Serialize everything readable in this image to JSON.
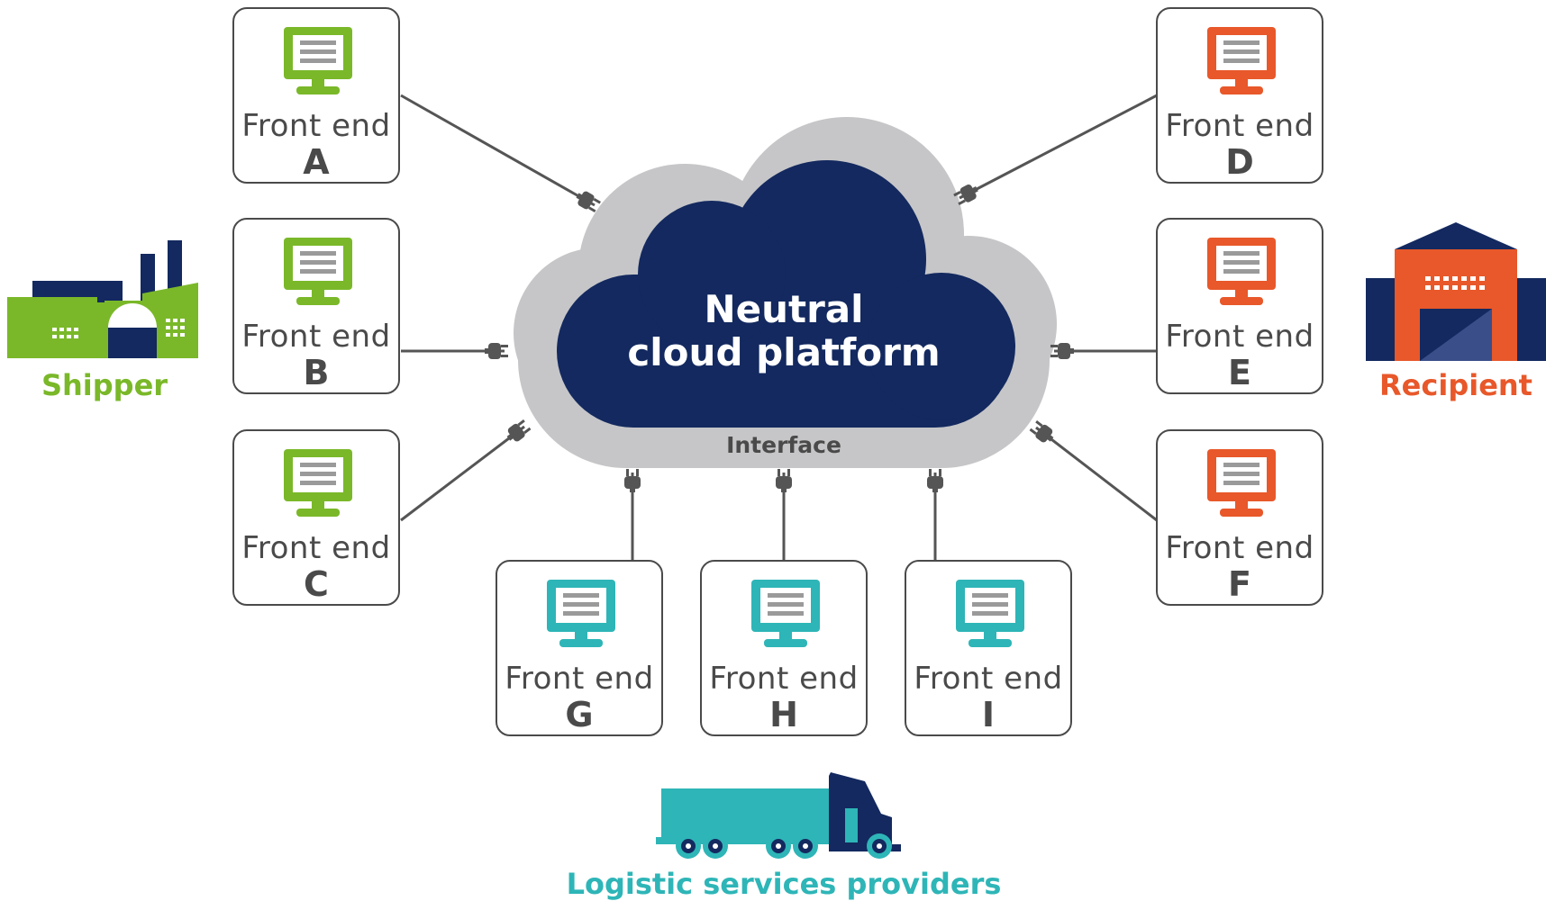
{
  "colors": {
    "shipper": "#7ab829",
    "recipient": "#e8582a",
    "logistics": "#2eb5b7",
    "navy": "#13295f",
    "cloud_rim": "#c6c6c8",
    "line": "#555555",
    "text_gray": "#4a4a4a"
  },
  "cloud": {
    "title_line1": "Neutral",
    "title_line2": "cloud platform",
    "interface_label": "Interface"
  },
  "actors": {
    "shipper": {
      "label": "Shipper",
      "icon": "factory-icon"
    },
    "recipient": {
      "label": "Recipient",
      "icon": "warehouse-icon"
    },
    "logistics": {
      "label": "Logistic services providers",
      "icon": "truck-icon"
    }
  },
  "front_ends": [
    {
      "label": "Front end",
      "letter": "A",
      "group": "shipper",
      "icon": "monitor-icon"
    },
    {
      "label": "Front end",
      "letter": "B",
      "group": "shipper",
      "icon": "monitor-icon"
    },
    {
      "label": "Front end",
      "letter": "C",
      "group": "shipper",
      "icon": "monitor-icon"
    },
    {
      "label": "Front end",
      "letter": "D",
      "group": "recipient",
      "icon": "monitor-icon"
    },
    {
      "label": "Front end",
      "letter": "E",
      "group": "recipient",
      "icon": "monitor-icon"
    },
    {
      "label": "Front end",
      "letter": "F",
      "group": "recipient",
      "icon": "monitor-icon"
    },
    {
      "label": "Front end",
      "letter": "G",
      "group": "logistics",
      "icon": "monitor-icon"
    },
    {
      "label": "Front end",
      "letter": "H",
      "group": "logistics",
      "icon": "monitor-icon"
    },
    {
      "label": "Front end",
      "letter": "I",
      "group": "logistics",
      "icon": "monitor-icon"
    }
  ]
}
